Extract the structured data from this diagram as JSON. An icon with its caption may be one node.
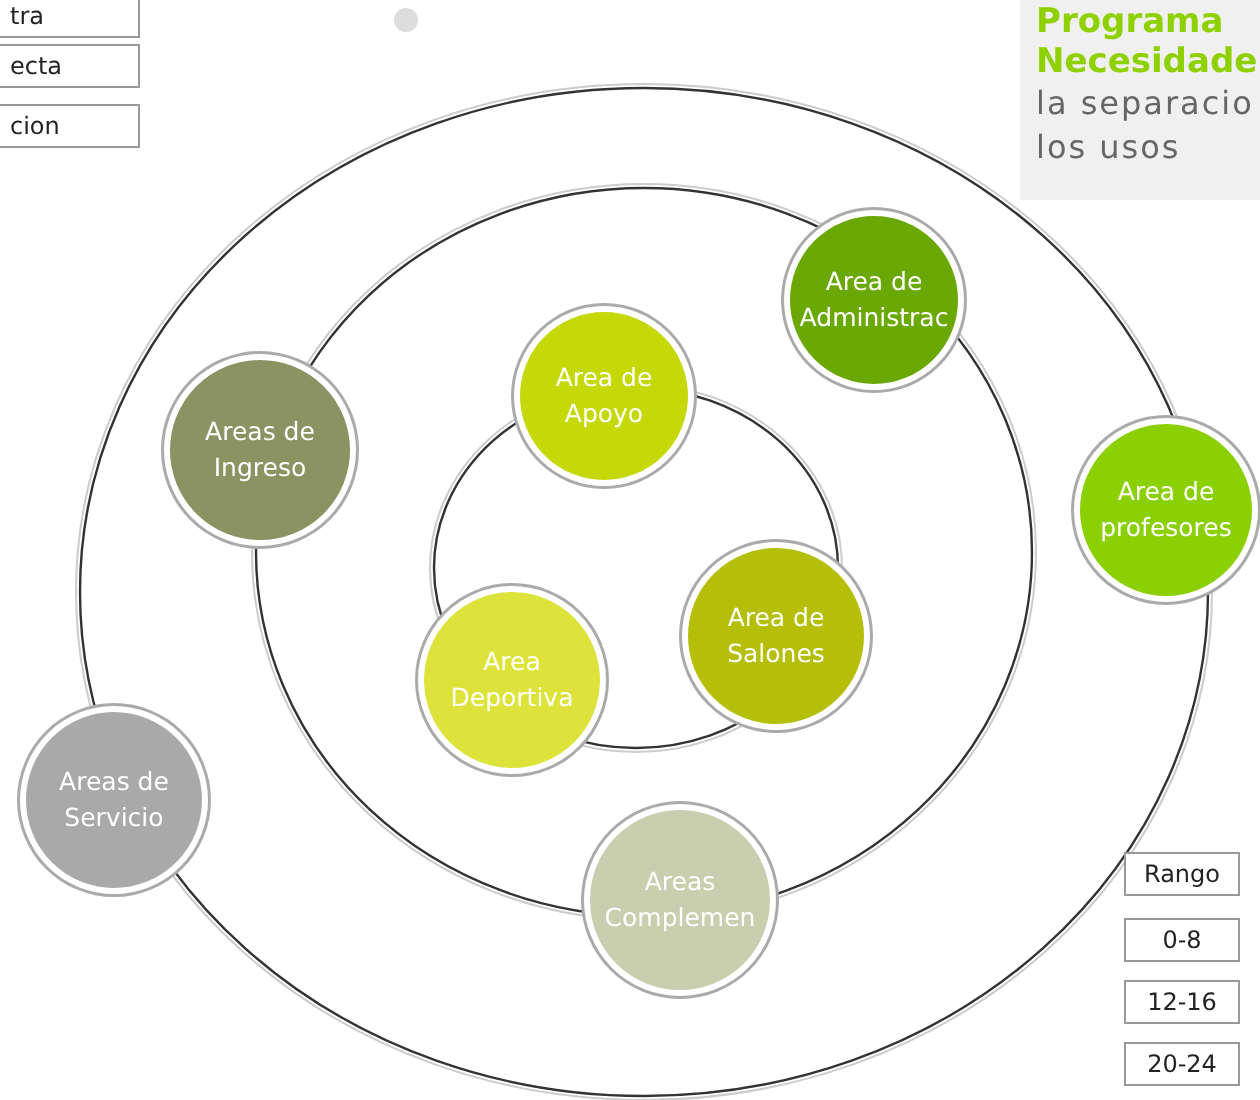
{
  "diagram": {
    "title": "Programa Necesidade",
    "nodes": [
      {
        "text": [
          "Area de Administrac"
        ]
      },
      {
        "text": [
          "Area de Apoyo"
        ]
      },
      {
        "text": [
          "Areas de Ingreso"
        ]
      },
      {
        "text": [
          "Area de profesores"
        ]
      },
      {
        "text": [
          "Area de Salones"
        ]
      },
      {
        "text": [
          "Area Deportiva"
        ]
      },
      {
        "text": [
          "Areas de Servicio"
        ]
      },
      {
        "text": [
          "Areas Complemen"
        ]
      }
    ],
    "labels": [
      "tra",
      "ecta",
      "cion",
      "la separacio los usos",
      "Rango",
      "0-8",
      "12-16",
      "20-24"
    ]
  }
}
